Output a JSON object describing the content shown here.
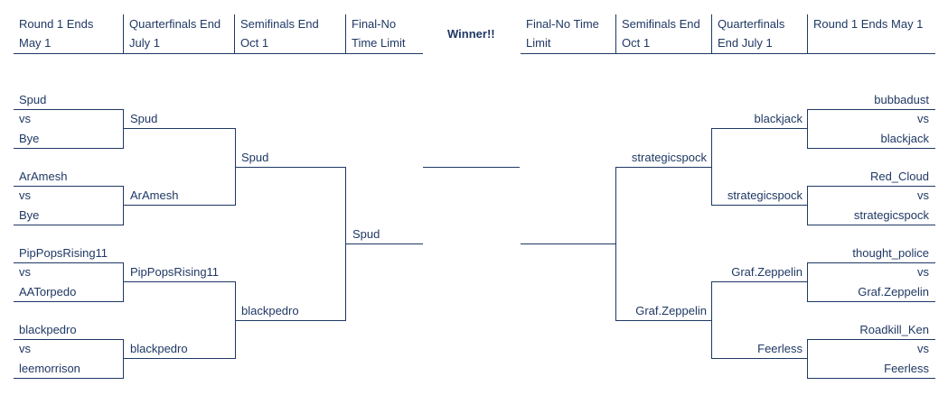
{
  "headers": {
    "left": [
      "Round 1 Ends May 1",
      "Quarterfinals End July 1",
      "Semifinals End Oct 1",
      "Final-No Time Limit"
    ],
    "left_lines": [
      [
        "Round 1 Ends",
        "May 1"
      ],
      [
        "Quarterfinals End",
        "July 1"
      ],
      [
        "Semifinals End",
        "Oct 1"
      ],
      [
        "Final-No",
        "Time Limit"
      ]
    ],
    "winner": "Winner!!",
    "right_lines": [
      [
        "Final-No Time",
        "Limit"
      ],
      [
        "Semifinals End",
        "Oct 1"
      ],
      [
        "Quarterfinals",
        "End July 1"
      ],
      [
        "Round 1 Ends May 1",
        ""
      ]
    ]
  },
  "vs_label": "vs",
  "left": {
    "round1": [
      {
        "top": "Spud",
        "bottom": "Bye"
      },
      {
        "top": "ArAmesh",
        "bottom": "Bye"
      },
      {
        "top": "PipPopsRising11",
        "bottom": "AATorpedo"
      },
      {
        "top": "blackpedro",
        "bottom": "leemorrison"
      }
    ],
    "quarterfinals": [
      "Spud",
      "ArAmesh",
      "PipPopsRising11",
      "blackpedro"
    ],
    "semifinals": [
      "Spud",
      "blackpedro"
    ],
    "final": "Spud"
  },
  "right": {
    "round1": [
      {
        "top": "bubbadust",
        "bottom": "blackjack"
      },
      {
        "top": "Red_Cloud",
        "bottom": "strategicspock"
      },
      {
        "top": "thought_police",
        "bottom": "Graf.Zeppelin"
      },
      {
        "top": "Roadkill_Ken",
        "bottom": "Feerless"
      }
    ],
    "quarterfinals": [
      "blackjack",
      "strategicspock",
      "Graf.Zeppelin",
      "Feerless"
    ],
    "semifinals": [
      "strategicspock",
      "Graf.Zeppelin"
    ],
    "final": ""
  }
}
